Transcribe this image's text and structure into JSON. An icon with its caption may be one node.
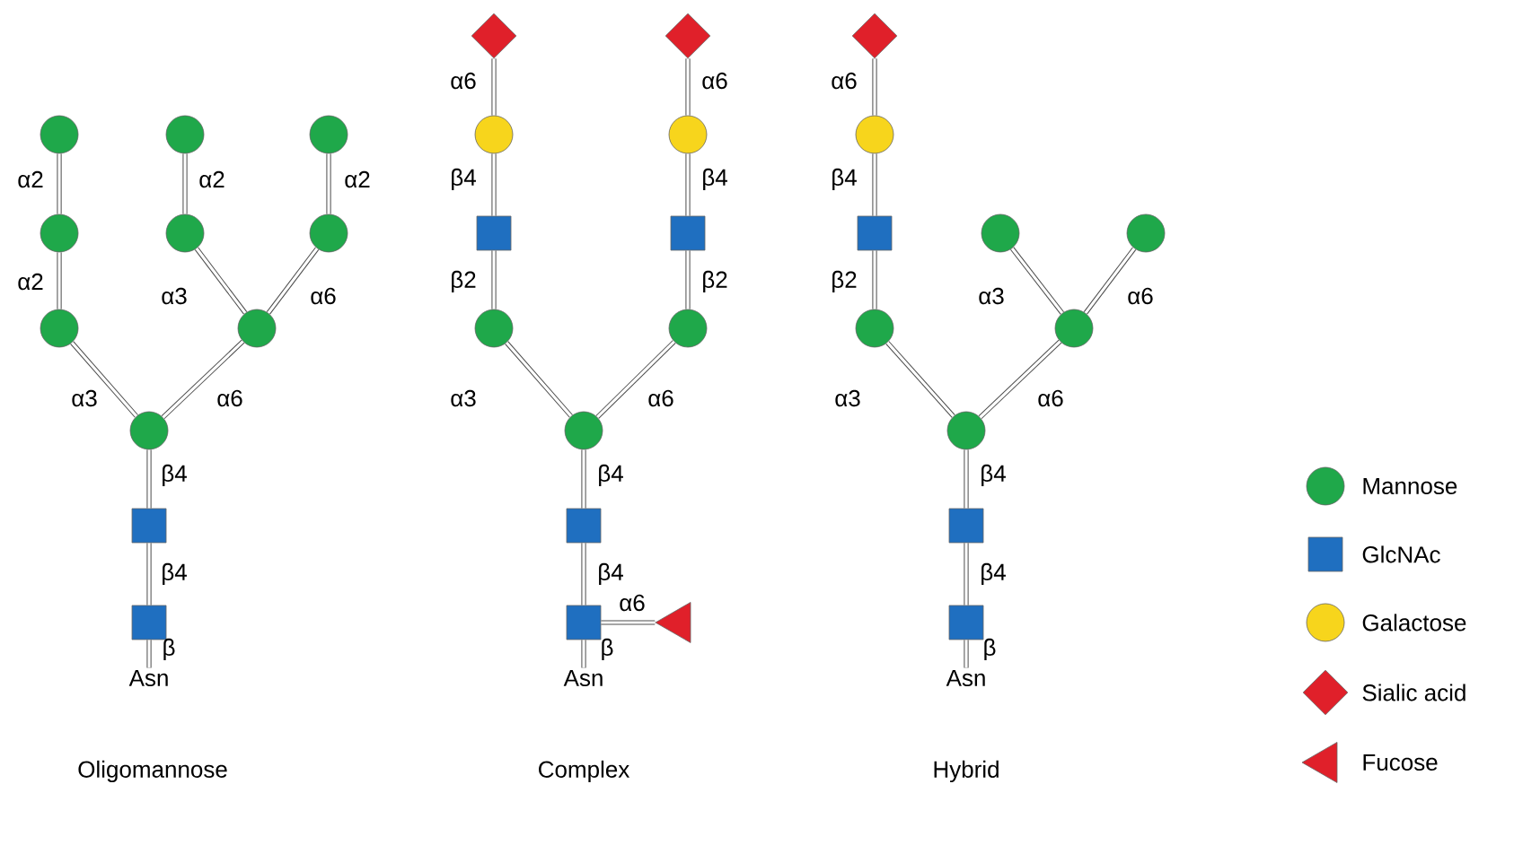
{
  "diagram": {
    "nodes": [
      {
        "text": [
          "Asn"
        ]
      },
      {
        "text": [],
        "shape": "box"
      },
      {
        "text": [],
        "shape": "box"
      },
      {
        "text": [],
        "shape": "circle"
      },
      {
        "text": [],
        "shape": "circle"
      },
      {
        "text": [],
        "shape": "circle"
      },
      {
        "text": [],
        "shape": "circle"
      },
      {
        "text": [],
        "shape": "circle"
      },
      {
        "text": [],
        "shape": "circle"
      },
      {
        "text": [],
        "shape": "circle"
      },
      {
        "text": [],
        "shape": "circle"
      },
      {
        "text": [],
        "shape": "circle"
      },
      {
        "text": [
          "Asn"
        ]
      },
      {
        "text": [],
        "shape": "box"
      },
      {
        "text": [],
        "shape": "triangle"
      },
      {
        "text": [],
        "shape": "box"
      },
      {
        "text": [],
        "shape": "circle"
      },
      {
        "text": [],
        "shape": "circle"
      },
      {
        "text": [],
        "shape": "box"
      },
      {
        "text": [],
        "shape": "circle"
      },
      {
        "text": [],
        "shape": "diamond"
      },
      {
        "text": [],
        "shape": "circle"
      },
      {
        "text": [],
        "shape": "box"
      },
      {
        "text": [],
        "shape": "circle"
      },
      {
        "text": [],
        "shape": "diamond"
      },
      {
        "text": [
          "Asn"
        ]
      },
      {
        "text": [],
        "shape": "box"
      },
      {
        "text": [],
        "shape": "box"
      },
      {
        "text": [],
        "shape": "circle"
      },
      {
        "text": [],
        "shape": "circle"
      },
      {
        "text": [],
        "shape": "box"
      },
      {
        "text": [],
        "shape": "circle"
      },
      {
        "text": [],
        "shape": "diamond"
      },
      {
        "text": [],
        "shape": "circle"
      },
      {
        "text": [],
        "shape": "circle"
      },
      {
        "text": [],
        "shape": "circle"
      }
    ],
    "edges": [
      {
        "from": 0,
        "to": 1,
        "arrow": "none",
        "label": "β"
      },
      {
        "from": 1,
        "to": 2,
        "arrow": "none",
        "label": "β4"
      },
      {
        "from": 2,
        "to": 3,
        "arrow": "none",
        "label": "β4"
      },
      {
        "from": 3,
        "to": 4,
        "arrow": "none",
        "label": "α3"
      },
      {
        "from": 4,
        "to": 5,
        "arrow": "none",
        "label": "α2"
      },
      {
        "from": 5,
        "to": 6,
        "arrow": "none",
        "label": "α2"
      },
      {
        "from": 3,
        "to": 7,
        "arrow": "none",
        "label": "α6"
      },
      {
        "from": 7,
        "to": 8,
        "arrow": "none",
        "label": "α3"
      },
      {
        "from": 8,
        "to": 9,
        "arrow": "none",
        "label": "α2"
      },
      {
        "from": 7,
        "to": 10,
        "arrow": "none",
        "label": "α6"
      },
      {
        "from": 10,
        "to": 11,
        "arrow": "none",
        "label": "α2"
      },
      {
        "from": 12,
        "to": 13,
        "arrow": "none",
        "label": "β"
      },
      {
        "from": 13,
        "to": 14,
        "arrow": "none",
        "label": "α6"
      },
      {
        "from": 13,
        "to": 15,
        "arrow": "none",
        "label": "β4"
      },
      {
        "from": 15,
        "to": 16,
        "arrow": "none",
        "label": "β4"
      },
      {
        "from": 16,
        "to": 17,
        "arrow": "none",
        "label": "α3"
      },
      {
        "from": 17,
        "to": 18,
        "arrow": "none",
        "label": "β2"
      },
      {
        "from": 18,
        "to": 19,
        "arrow": "none",
        "label": "β4"
      },
      {
        "from": 19,
        "to": 20,
        "arrow": "none",
        "label": "α6"
      },
      {
        "from": 16,
        "to": 21,
        "arrow": "none",
        "label": "α6"
      },
      {
        "from": 21,
        "to": 22,
        "arrow": "none",
        "label": "β2"
      },
      {
        "from": 22,
        "to": 23,
        "arrow": "none",
        "label": "β4"
      },
      {
        "from": 23,
        "to": 24,
        "arrow": "none",
        "label": "α6"
      },
      {
        "from": 25,
        "to": 26,
        "arrow": "none",
        "label": "β"
      },
      {
        "from": 26,
        "to": 27,
        "arrow": "none",
        "label": "β4"
      },
      {
        "from": 27,
        "to": 28,
        "arrow": "none",
        "label": "β4"
      },
      {
        "from": 28,
        "to": 29,
        "arrow": "none",
        "label": "α3"
      },
      {
        "from": 29,
        "to": 30,
        "arrow": "none",
        "label": "β2"
      },
      {
        "from": 30,
        "to": 31,
        "arrow": "none",
        "label": "β4"
      },
      {
        "from": 31,
        "to": 32,
        "arrow": "none",
        "label": "α6"
      },
      {
        "from": 28,
        "to": 33,
        "arrow": "none",
        "label": "α6"
      },
      {
        "from": 33,
        "to": 34,
        "arrow": "none",
        "label": "α3"
      },
      {
        "from": 33,
        "to": 35,
        "arrow": "none",
        "label": "α6"
      }
    ],
    "labels": [
      "Oligomannose",
      "Complex",
      "Hybrid"
    ],
    "legend": [
      {
        "text": "Mannose",
        "color": "#1fa84a"
      },
      {
        "text": "GlcNAc",
        "color": "#1f6fc0"
      },
      {
        "text": "Galactose",
        "color": "#f7d51c"
      },
      {
        "text": "Sialic acid",
        "color": "#e0202a"
      },
      {
        "text": "Fucose",
        "color": "#e0202a"
      }
    ]
  }
}
